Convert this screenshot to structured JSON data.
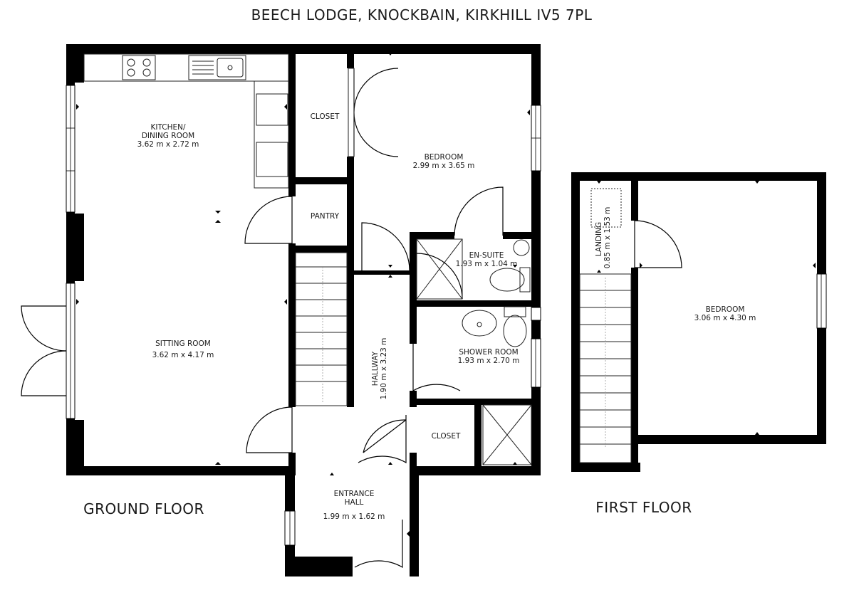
{
  "title": "BEECH LODGE, KNOCKBAIN, KIRKHILL IV5 7PL",
  "floors": {
    "ground": "GROUND FLOOR",
    "first": "FIRST FLOOR"
  },
  "rooms": {
    "kitchen": {
      "name_line1": "KITCHEN/",
      "name_line2": "DINING ROOM",
      "dims": "3.62 m x 2.72 m"
    },
    "closet_top": {
      "name": "CLOSET"
    },
    "pantry": {
      "name": "PANTRY"
    },
    "bedroom_ground": {
      "name": "BEDROOM",
      "dims": "2.99 m x 3.65 m"
    },
    "ensuite": {
      "name": "EN-SUITE",
      "dims": "1.93 m x 1.04 m"
    },
    "sitting": {
      "name": "SITTING ROOM",
      "dims": "3.62 m x 4.17 m"
    },
    "hallway": {
      "name": "HALLWAY",
      "dims": "1.90 m x 3.23 m"
    },
    "shower": {
      "name": "SHOWER ROOM",
      "dims": "1.93 m x 2.70 m"
    },
    "closet_bottom": {
      "name": "CLOSET"
    },
    "entrance": {
      "name_line1": "ENTRANCE",
      "name_line2": "HALL",
      "dims": "1.99 m x 1.62 m"
    },
    "landing": {
      "name": "LANDING",
      "dims": "0.85 m x 1.53 m"
    },
    "bedroom_first": {
      "name": "BEDROOM",
      "dims": "3.06 m x 4.30 m"
    }
  }
}
